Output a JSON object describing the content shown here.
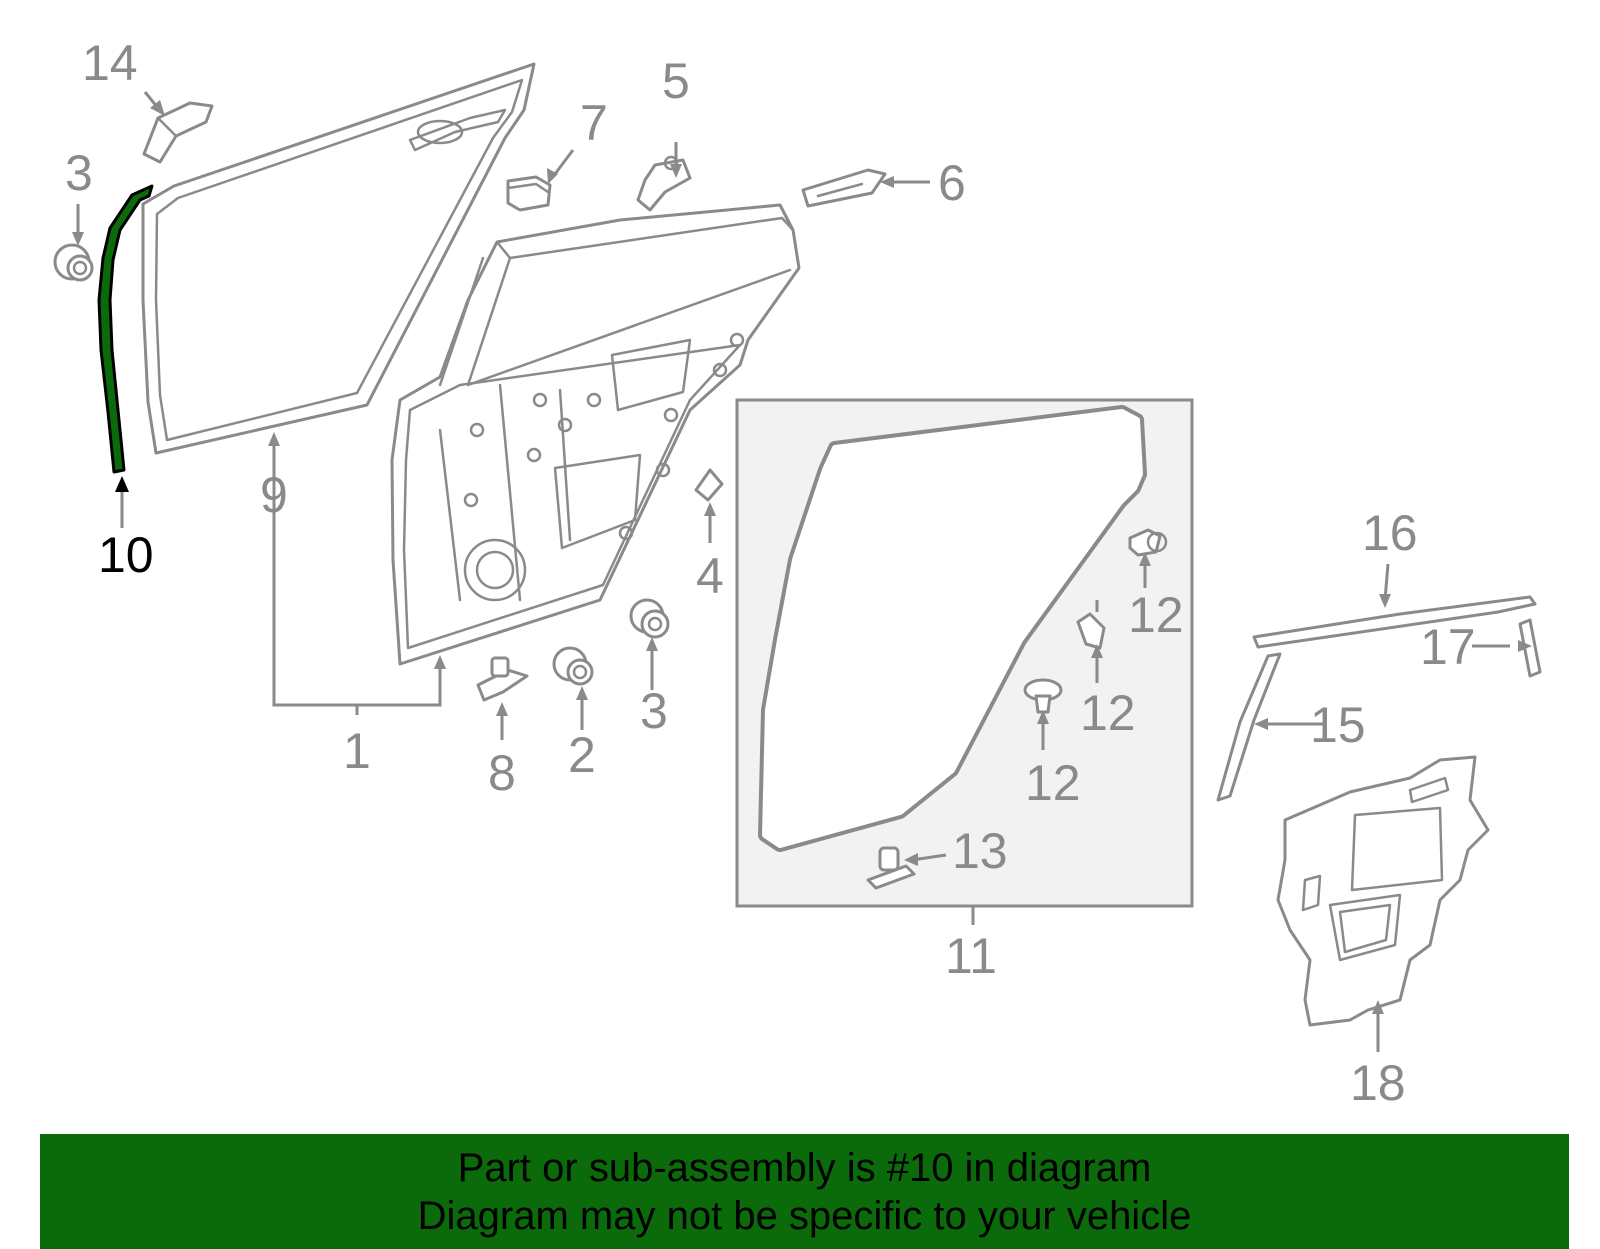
{
  "diagram": {
    "highlight_color": "#0b6b0b",
    "line_color": "#8a8a8a",
    "callouts": {
      "c1": "1",
      "c2": "2",
      "c3a": "3",
      "c3b": "3",
      "c4": "4",
      "c5": "5",
      "c6": "6",
      "c7": "7",
      "c8": "8",
      "c9": "9",
      "c10": "10",
      "c11": "11",
      "c12a": "12",
      "c12b": "12",
      "c12c": "12",
      "c13": "13",
      "c14": "14",
      "c15": "15",
      "c16": "16",
      "c17": "17",
      "c18": "18"
    }
  },
  "banner": {
    "line1": "Part or sub-assembly is #10 in diagram",
    "line2": "Diagram may not be specific to your vehicle",
    "background": "#0b6b0b"
  }
}
